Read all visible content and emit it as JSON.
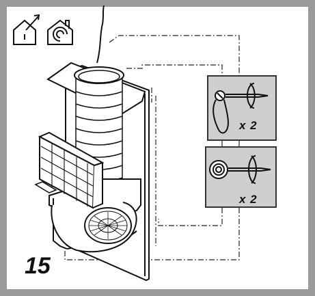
{
  "step_number": "15",
  "fastener_top": {
    "quantity_label": "x 2"
  },
  "fastener_bottom": {
    "quantity_label": "x 2"
  },
  "icons": {
    "ducted": "house-with-exhaust-arrow-icon",
    "recirculating": "house-with-recirculation-icon"
  },
  "colors": {
    "frame": "#9a9a9a",
    "inset_background": "#cfcfcf",
    "line": "#111111"
  }
}
